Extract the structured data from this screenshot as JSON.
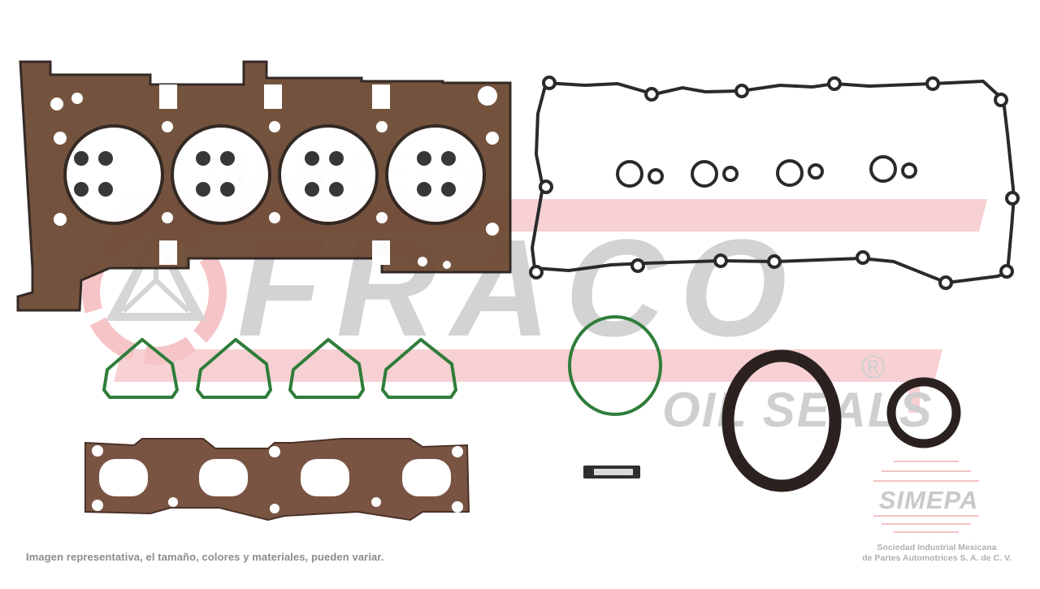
{
  "image": {
    "subject": "Engine gasket set product photo",
    "background_color": "#ffffff"
  },
  "watermark": {
    "brand": "FRACO",
    "tagline_top": "GASKETS",
    "tagline_bottom": "OIL SEALS",
    "registered_mark": "®",
    "stripe_color": "#f6c9cc",
    "text_color": "#d3d3d3"
  },
  "parts": [
    {
      "name": "Cylinder head gasket",
      "color": "#6b4a35"
    },
    {
      "name": "Valve cover gasket",
      "color": "#2a2a2a"
    },
    {
      "name": "Spark plug tube seals",
      "count": 4,
      "color": "#2a2a2a"
    },
    {
      "name": "Valve stem seals",
      "count": 16,
      "color": "#2e2e2e"
    },
    {
      "name": "Intake manifold gaskets",
      "count": 4,
      "color": "#2f7d3a"
    },
    {
      "name": "Throttle body gasket",
      "color": "#2f7d3a"
    },
    {
      "name": "Exhaust manifold gasket",
      "color": "#7a5443"
    },
    {
      "name": "Rear crankshaft seal",
      "color": "#2b2220"
    },
    {
      "name": "Front crankshaft seal",
      "color": "#2b2220"
    },
    {
      "name": "Oil filter screen",
      "color": "#333333"
    }
  ],
  "footer": {
    "disclaimer": "Imagen representativa, el tamaño, colores y materiales, pueden variar.",
    "company_logo": "SIMEPA",
    "company_line1": "Sociedad Industrial Mexicana",
    "company_line2": "de Partes Automotrices S. A. de C. V."
  }
}
